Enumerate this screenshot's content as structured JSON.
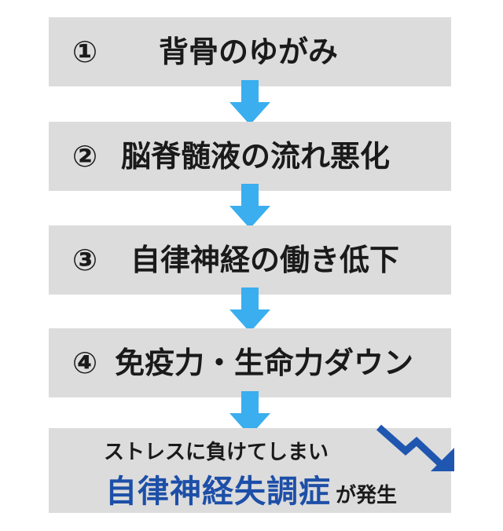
{
  "steps": [
    {
      "number": "①",
      "label": "背骨のゆがみ"
    },
    {
      "number": "②",
      "label": "脳脊髄液の流れ悪化"
    },
    {
      "number": "③",
      "label": "自律神経の働き低下"
    },
    {
      "number": "④",
      "label": "免疫力・生命力ダウン"
    }
  ],
  "result": {
    "line1": "ストレスに負けてしまい",
    "highlight": "自律神経失調症",
    "suffix": "が発生"
  },
  "colors": {
    "box": "#dcdcdc",
    "arrow": "#3aaeee",
    "highlight": "#1d4fa8",
    "decline_arrow": "#1f56b0"
  },
  "icons": {
    "flow_arrow": "down-arrow-icon",
    "decline_arrow": "trend-down-icon"
  }
}
